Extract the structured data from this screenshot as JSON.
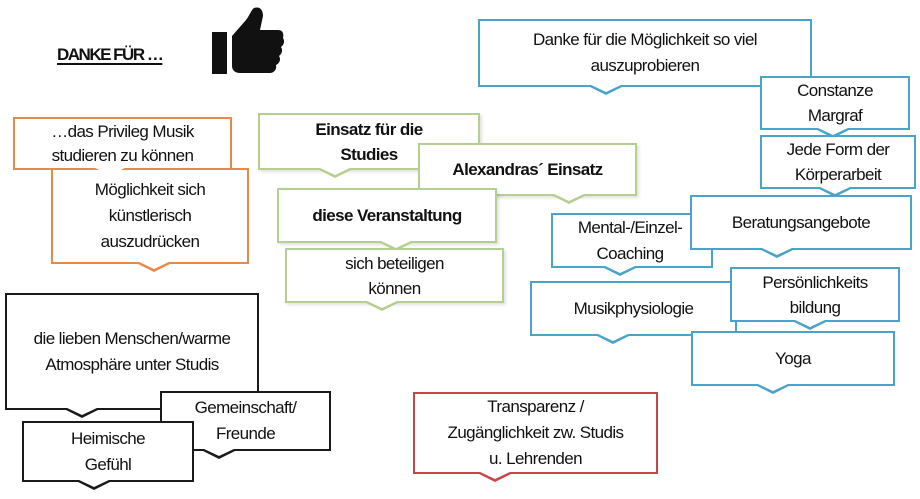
{
  "header": {
    "title": "DANKE FÜR …",
    "icon": "thumbs-up-icon"
  },
  "colors": {
    "orange": "#e8894a",
    "green": "#b5cf92",
    "blue": "#4aa3c8",
    "black": "#1a1a1a",
    "red": "#c8454a"
  },
  "groups": {
    "orange": [
      {
        "text": "…das Privileg Musik studieren zu können"
      },
      {
        "text": "Möglichkeit sich künstlerisch auszudrücken"
      }
    ],
    "green": [
      {
        "text": "Einsatz für die Studies"
      },
      {
        "text": "Alexandras´ Einsatz"
      },
      {
        "text": "diese Veranstaltung"
      },
      {
        "text": "sich beteiligen können"
      }
    ],
    "black": [
      {
        "text": "die lieben Menschen/warme Atmosphäre unter Studis"
      },
      {
        "text": "Gemeinschaft/ Freunde"
      },
      {
        "text": "Heimische Gefühl"
      }
    ],
    "blue": [
      {
        "text": "Danke für die Möglichkeit so viel auszuprobieren"
      },
      {
        "text": "Constanze Margraf"
      },
      {
        "text": "Jede Form der Körperarbeit"
      },
      {
        "text": "Mental-/Einzel-Coaching"
      },
      {
        "text": "Beratungsangebote"
      },
      {
        "text": "Musikphysiologie"
      },
      {
        "text": "Persönlichkeits bildung"
      },
      {
        "text": "Yoga"
      }
    ],
    "red": [
      {
        "text": "Transparenz / Zugänglichkeit zw. Studis u. Lehrenden"
      }
    ]
  }
}
